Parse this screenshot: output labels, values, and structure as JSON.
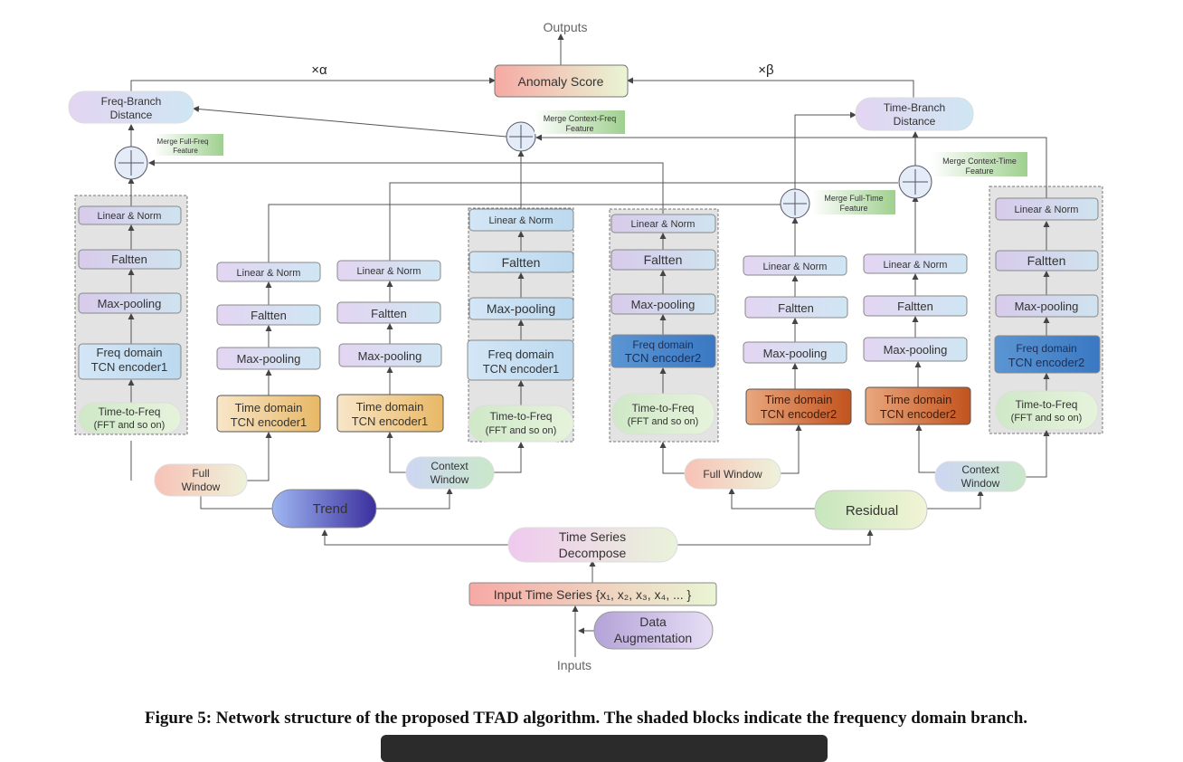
{
  "labels": {
    "outputs": "Outputs",
    "inputs": "Inputs",
    "anomaly_score": "Anomaly Score",
    "times_alpha": "×α",
    "times_beta": "×β",
    "freq_branch_distance": [
      "Freq-Branch",
      "Distance"
    ],
    "time_branch_distance": [
      "Time-Branch",
      "Distance"
    ],
    "merge_full_freq": [
      "Merge Full-Freq",
      "Feature"
    ],
    "merge_context_freq": [
      "Merge Context-Freq",
      "Feature"
    ],
    "merge_full_time": [
      "Merge Full-Time",
      "Feature"
    ],
    "merge_context_time": [
      "Merge Context-Time",
      "Feature"
    ],
    "linear_norm": "Linear & Norm",
    "flatten": "Faltten",
    "max_pooling": "Max-pooling",
    "freq_tcn1": [
      "Freq domain",
      "TCN encoder1"
    ],
    "freq_tcn2": [
      "Freq domain",
      "TCN encoder2"
    ],
    "time_tcn1": [
      "Time domain",
      "TCN encoder1"
    ],
    "time_tcn2": [
      "Time domain",
      "TCN encoder2"
    ],
    "time_to_freq": [
      "Time-to-Freq",
      "(FFT and so on)"
    ],
    "full_window_2line": [
      "Full",
      "Window"
    ],
    "full_window_1line": "Full  Window",
    "context_window": [
      "Context",
      "Window"
    ],
    "trend": "Trend",
    "residual": "Residual",
    "time_series_decompose": [
      "Time Series",
      "Decompose"
    ],
    "input_time_series": "Input Time Series {x₁, x₂, x₃, x₄, ... }",
    "data_augmentation": [
      "Data",
      "Augmentation"
    ]
  },
  "caption": "Figure 5: Network structure of the proposed TFAD algorithm. The shaded blocks indicate the frequency domain branch."
}
